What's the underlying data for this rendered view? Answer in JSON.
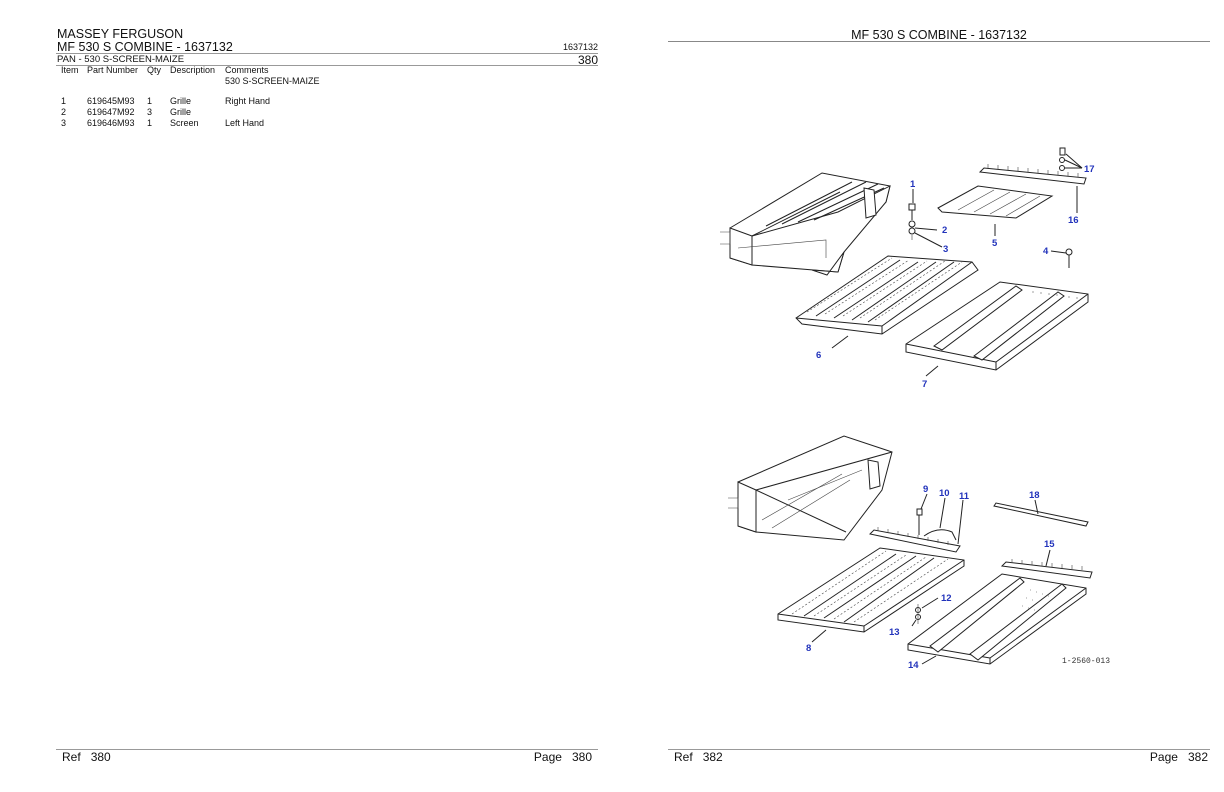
{
  "left_page": {
    "brand": "MASSEY FERGUSON",
    "model": "MF 530 S COMBINE - 1637132",
    "model_code": "1637132",
    "section": "PAN - 530 S-SCREEN-MAIZE",
    "page_number_top": "380",
    "table": {
      "headers": {
        "item": "Item",
        "part_number": "Part Number",
        "qty": "Qty",
        "description": "Description",
        "comments": "Comments"
      },
      "group_comment": "530 S-SCREEN-MAIZE",
      "rows": [
        {
          "item": "1",
          "part_number": "619645M93",
          "qty": "1",
          "description": "Grille",
          "comments": "Right Hand"
        },
        {
          "item": "2",
          "part_number": "619647M92",
          "qty": "3",
          "description": "Grille",
          "comments": ""
        },
        {
          "item": "3",
          "part_number": "619646M93",
          "qty": "1",
          "description": "Screen",
          "comments": "Left Hand"
        }
      ]
    },
    "footer": {
      "ref_label": "Ref",
      "ref_value": "380",
      "page_label": "Page",
      "page_value": "380"
    }
  },
  "right_page": {
    "title": "MF 530 S COMBINE - 1637132",
    "diagram": {
      "drawing_code": "1-2560-013",
      "callout_color": "#2233bb",
      "callouts": [
        "1",
        "2",
        "3",
        "4",
        "5",
        "6",
        "7",
        "8",
        "9",
        "10",
        "11",
        "12",
        "13",
        "14",
        "15",
        "16",
        "17",
        "18"
      ]
    },
    "footer": {
      "ref_label": "Ref",
      "ref_value": "382",
      "page_label": "Page",
      "page_value": "382"
    }
  }
}
